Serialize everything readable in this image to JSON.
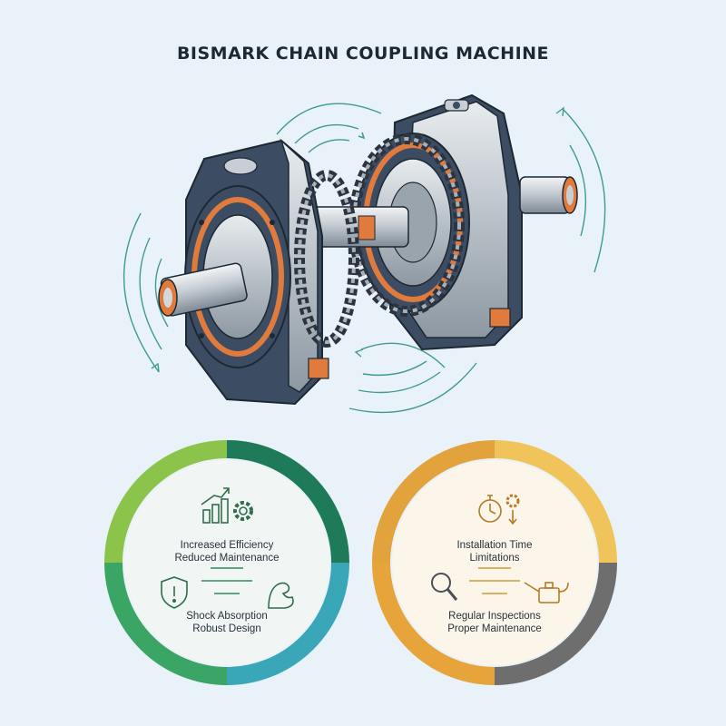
{
  "title": "BISMARK CHAIN COUPLING MACHINE",
  "colors": {
    "background": "#e9f2f8",
    "housing_dark": "#3c4d63",
    "metal": "#c8ced4",
    "copper": "#e07b3d",
    "advantages": [
      "#8cc34a",
      "#1f7a5a",
      "#3aa7b9",
      "#3aa564"
    ],
    "disadvantages": [
      "#e2a23c",
      "#f0c45a",
      "#6e6e6e",
      "#e6a43a"
    ]
  },
  "advantages": {
    "top_line1": "Increased Efficiency",
    "top_line2": "Reduced Maintenance",
    "bottom_line1": "Shock Absorption",
    "bottom_line2": "Robust Design",
    "icons": [
      "growth-chart-icon",
      "gear-icon",
      "shield-alert-icon",
      "flexed-arm-icon"
    ]
  },
  "disadvantages": {
    "top_line1": "Installation Time",
    "top_line2": "Limitations",
    "bottom_line1": "Regular Inspections",
    "bottom_line2": "Proper Maintenance",
    "icons": [
      "stopwatch-icon",
      "gear-down-icon",
      "magnifier-icon",
      "oil-can-icon"
    ]
  }
}
